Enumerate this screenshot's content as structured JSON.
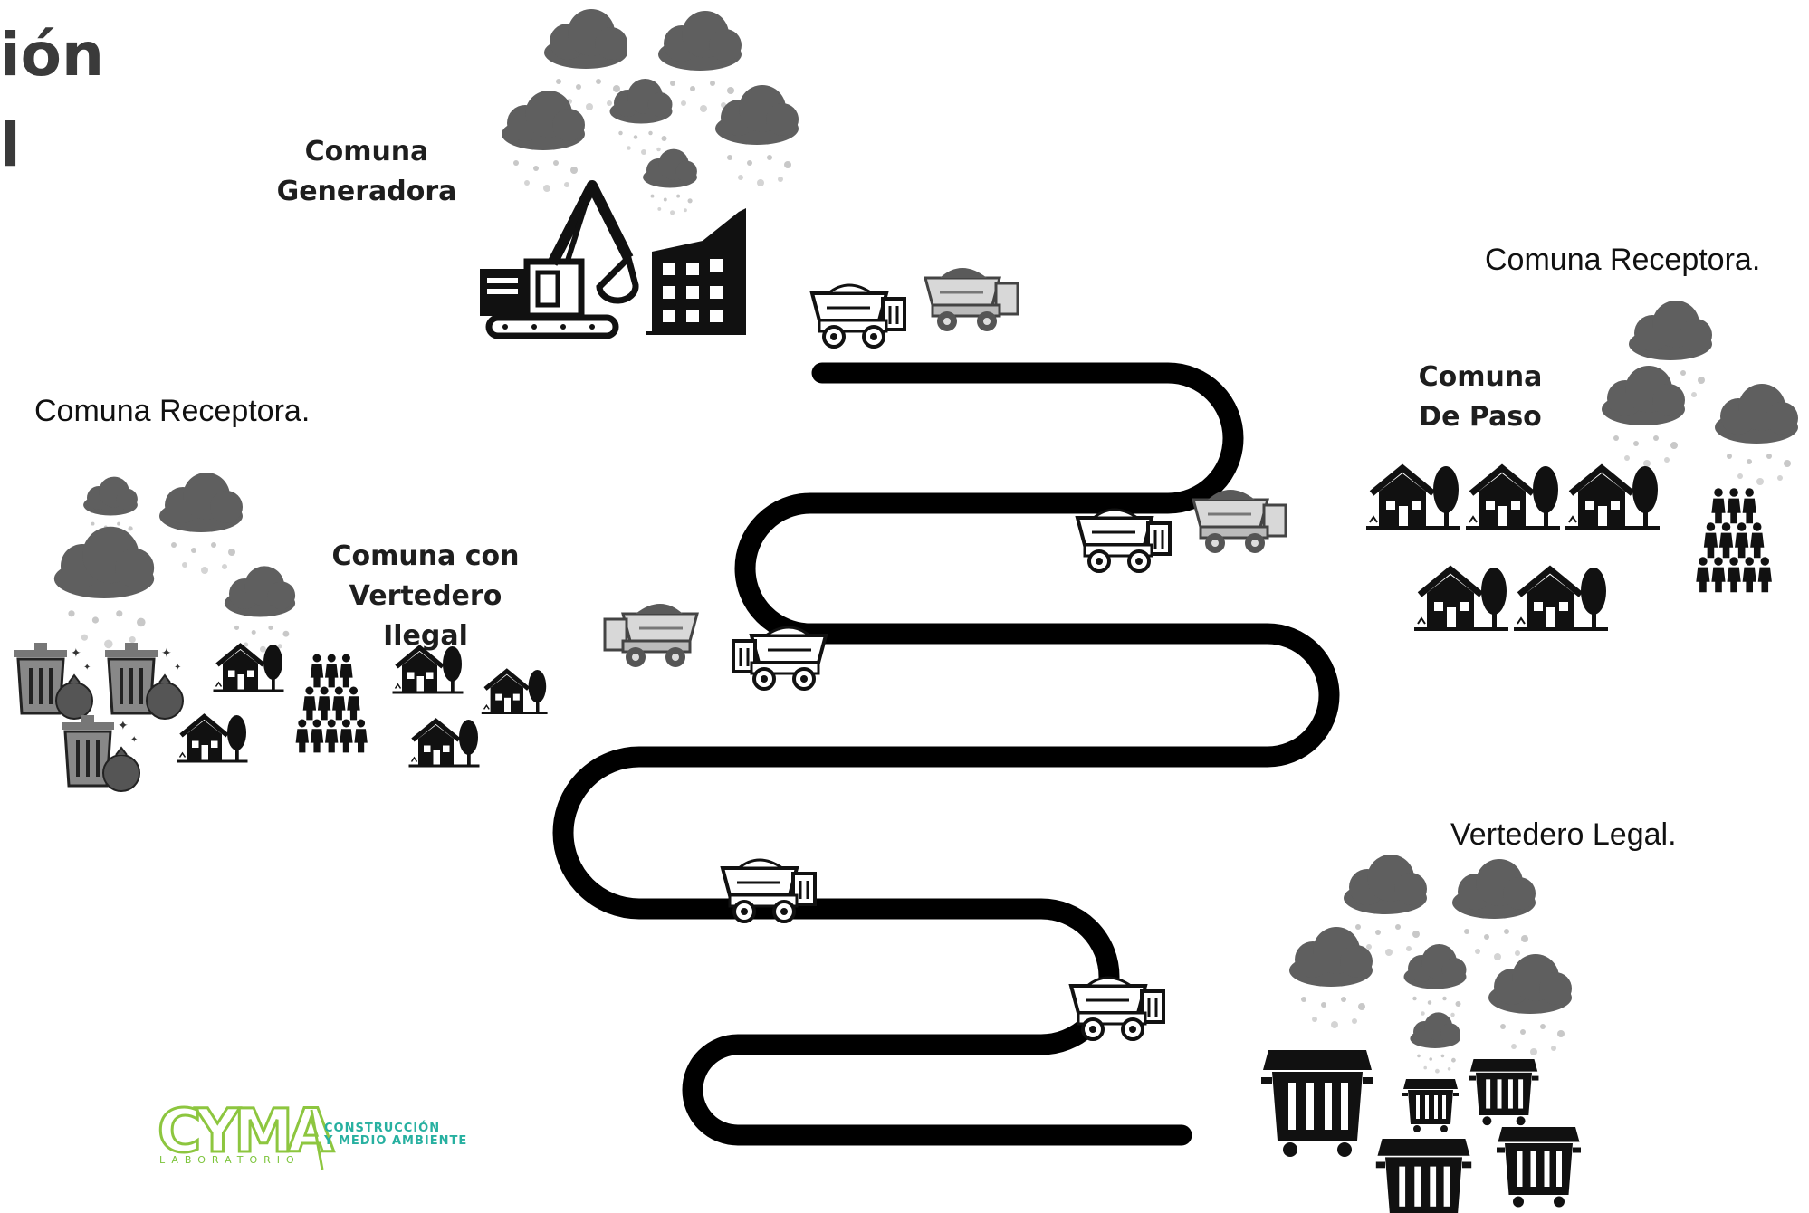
{
  "title": {
    "line1": "ión",
    "line2": "l"
  },
  "labels": {
    "comuna_generadora": [
      "Comuna",
      "Generadora"
    ],
    "comuna_receptora_right": "Comuna Receptora.",
    "comuna_receptora_left": "Comuna Receptora.",
    "comuna_de_paso": [
      "Comuna",
      "De Paso"
    ],
    "comuna_vertedero_ilegal": [
      "Comuna con",
      "Vertedero Ilegal"
    ],
    "vertedero_legal": "Vertedero Legal."
  },
  "logo": {
    "mark": "CYMA",
    "subtitle": "LABORATORIO",
    "tagline_1": "CONSTRUCCIÓN",
    "tagline_2": "Y MEDIO AMBIENTE",
    "colors": {
      "mark": "#8dc63f",
      "tagline": "#27b0a0"
    }
  },
  "colors": {
    "road": "#000000",
    "cloud": "#5f5f5f",
    "ink": "#1a1a1a"
  },
  "icons": [
    "cloud-icon",
    "excavator-icon",
    "building-icon",
    "dump-truck-icon",
    "house-icon",
    "people-icon",
    "trash-can-icon",
    "garbage-bag-icon",
    "dumpster-icon"
  ]
}
